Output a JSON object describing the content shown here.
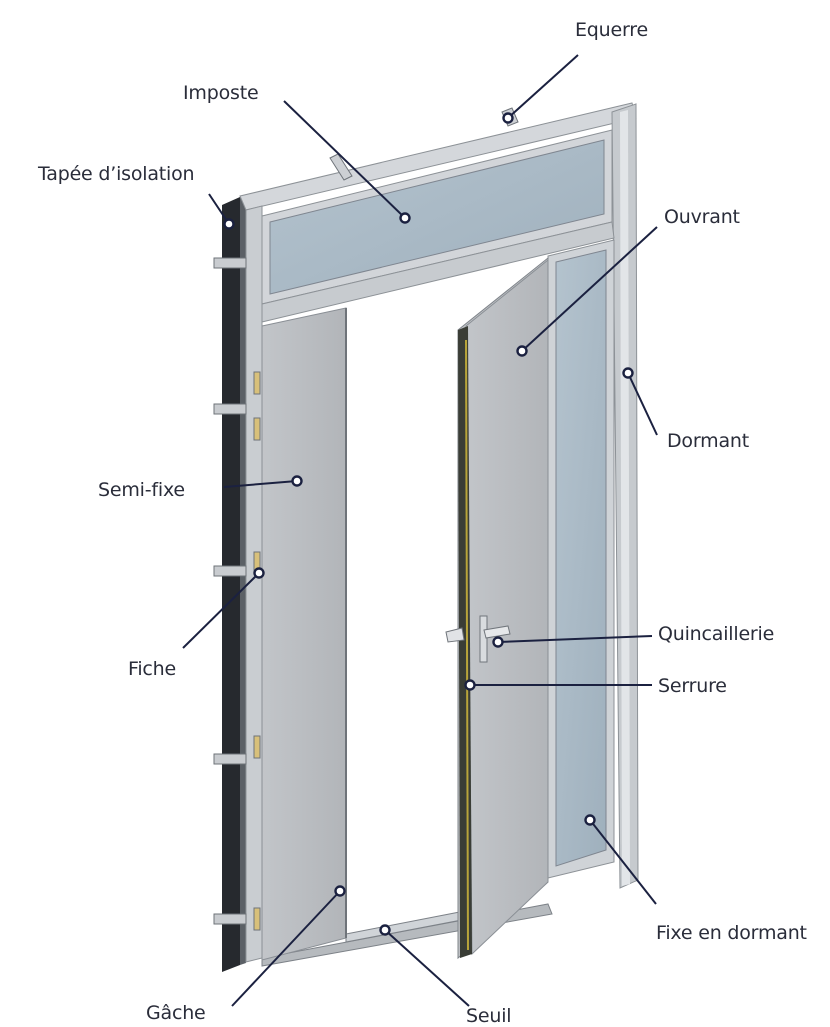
{
  "labels": {
    "equerre": "Equerre",
    "imposte": "Imposte",
    "tapee": "Tapée d’isolation",
    "ouvrant": "Ouvrant",
    "dormant": "Dormant",
    "semi_fixe": "Semi-fixe",
    "fiche": "Fiche",
    "quincaillerie": "Quincaillerie",
    "serrure": "Serrure",
    "fixe_en_dormant": "Fixe en dormant",
    "gache": "Gâche",
    "seuil": "Seuil"
  },
  "colors": {
    "leader": "#1b2140",
    "frame": "#c9cdd2",
    "glass": "#a9b9c5",
    "panel": "#b9bcc0",
    "dark_edge": "#2b2e33"
  }
}
